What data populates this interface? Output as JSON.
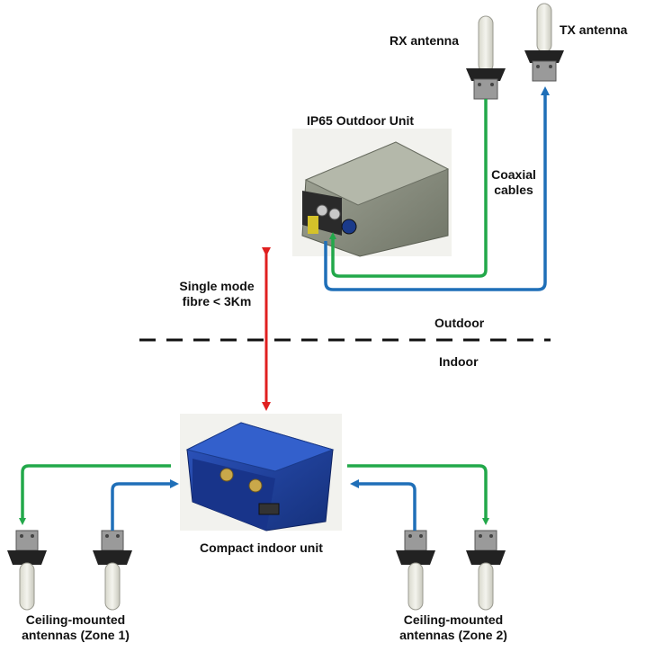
{
  "labels": {
    "rx_antenna": "RX antenna",
    "tx_antenna": "TX antenna",
    "outdoor_unit": "IP65 Outdoor Unit",
    "coaxial_line1": "Coaxial",
    "coaxial_line2": "cables",
    "fibre_line1": "Single mode",
    "fibre_line2": "fibre < 3Km",
    "outdoor": "Outdoor",
    "indoor": "Indoor",
    "indoor_unit": "Compact indoor unit",
    "zone1_line1": "Ceiling-mounted",
    "zone1_line2": "antennas (Zone 1)",
    "zone2_line1": "Ceiling-mounted",
    "zone2_line2": "antennas (Zone 2)"
  },
  "colors": {
    "rx_link": "#22a84a",
    "tx_link": "#1f6fb8",
    "fibre_link": "#e02020",
    "outdoor_unit_body": "#8a8f80",
    "indoor_unit_body": "#1f3f9a",
    "divider": "#111111"
  },
  "icons": {
    "rx_antenna": "rod-antenna-icon",
    "tx_antenna": "rod-antenna-icon",
    "ceiling_antenna": "ceiling-antenna-icon",
    "outdoor_unit": "enclosure-box-icon",
    "indoor_unit": "compact-unit-icon"
  }
}
